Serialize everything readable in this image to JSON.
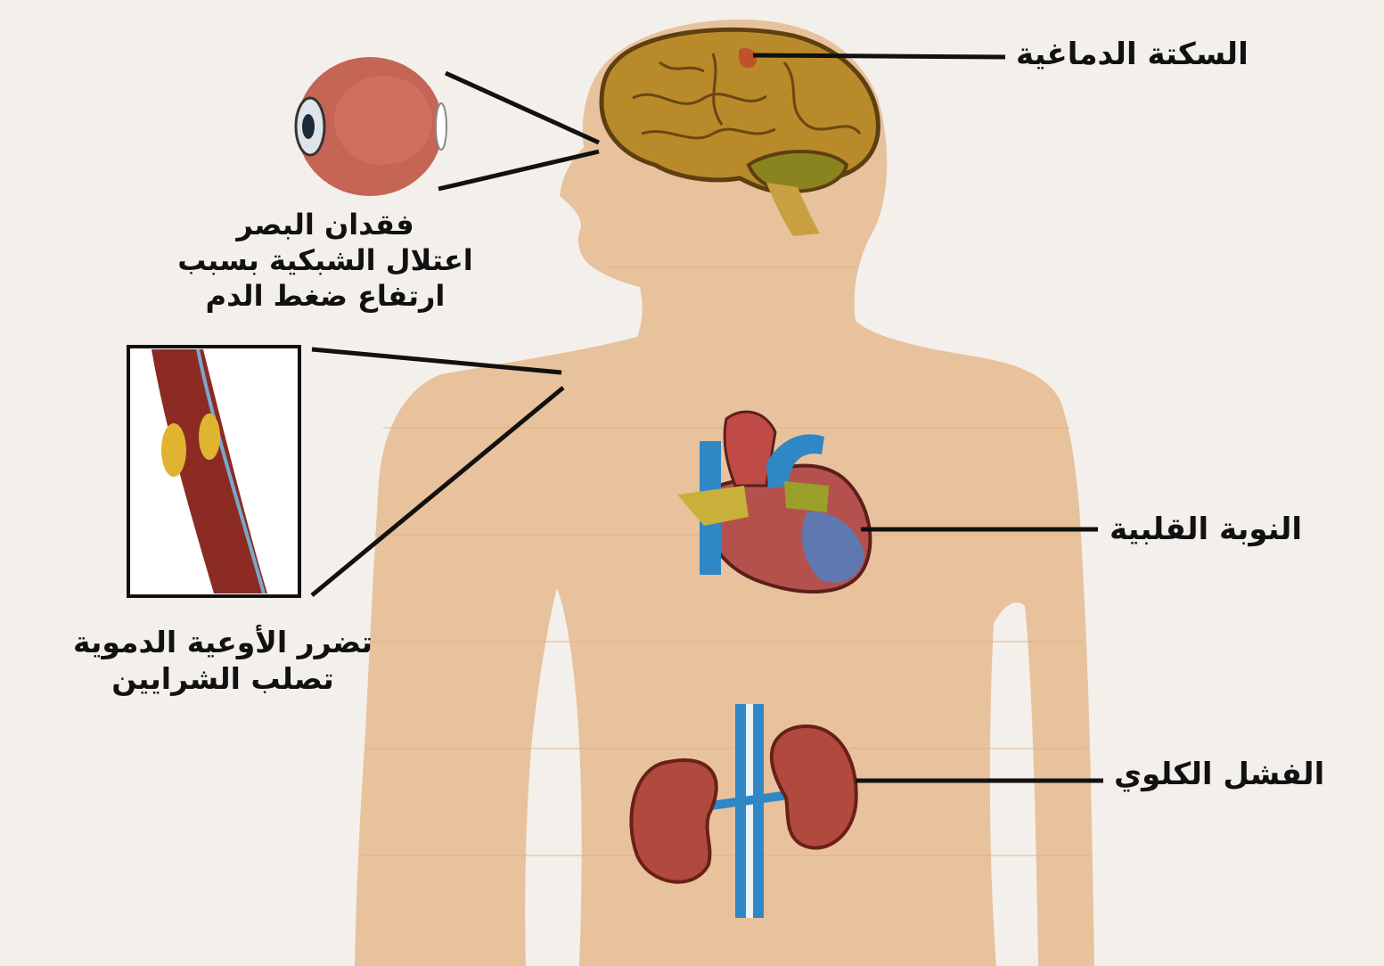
{
  "labels": {
    "stroke": "السكتة الدماغية",
    "heart_attack": "النوبة القلبية",
    "kidney_failure": "الفشل الكلوي",
    "vision": {
      "line1": "فقدان البصر",
      "line2": "اعتلال الشبكية بسبب",
      "line3": "ارتفاع ضغط الدم"
    },
    "vessels": {
      "line1": "تضرر الأوعية الدموية",
      "line2": "تصلب الشرايين"
    }
  },
  "colors": {
    "background": "#f3f0ec",
    "body_silhouette": "#e8c29c",
    "brain": "#b98a2a",
    "eye": "#c56556",
    "heart": "#b5514d",
    "kidney": "#b04a3e",
    "vessel_blue": "#2f87c6",
    "artery_red": "#8b2b23",
    "plaque": "#e0b430",
    "leader_line": "#111111"
  }
}
